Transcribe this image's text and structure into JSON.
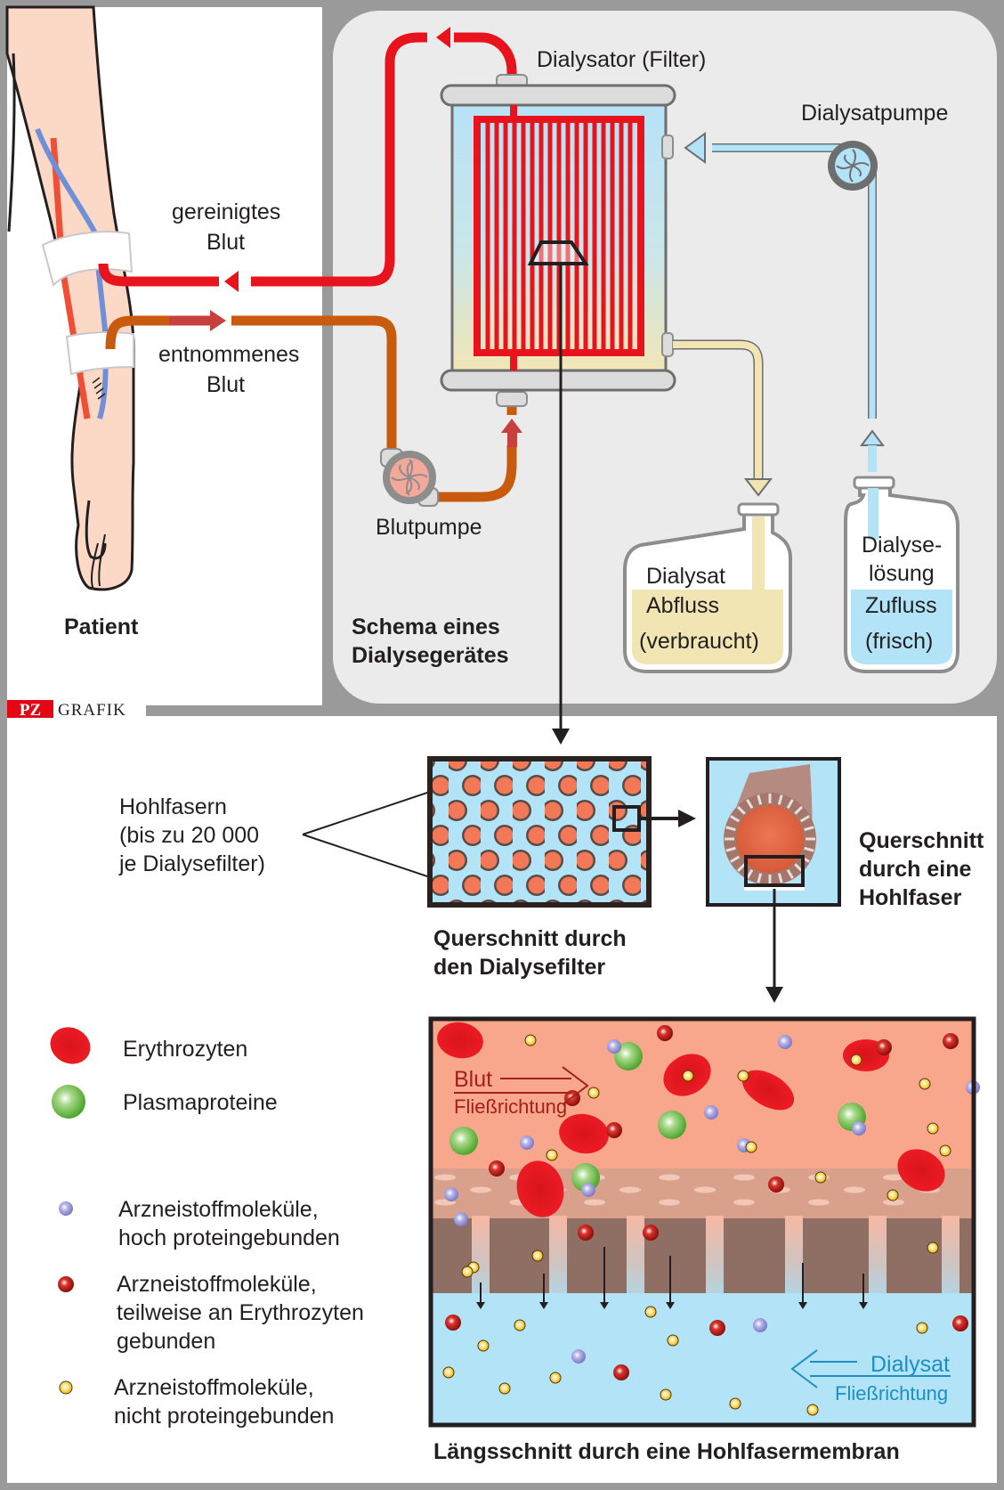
{
  "patient_panel": {
    "title": "Patient",
    "label_clean_blood": [
      "gereinigtes",
      "Blut"
    ],
    "label_drawn_blood": [
      "entnommenes",
      "Blut"
    ]
  },
  "branding": {
    "pz": "PZ",
    "grafik": "GRAFIK",
    "accent_color": "#e30613"
  },
  "machine_panel": {
    "title": [
      "Schema eines",
      "Dialysegerätes"
    ],
    "dialyzer_label": "Dialysator (Filter)",
    "dialysate_pump_label": "Dialysatpumpe",
    "blood_pump_label": "Blutpumpe",
    "waste_bottle": [
      "Dialysat",
      "Abfluss",
      "(verbraucht)"
    ],
    "fresh_bottle": [
      "Dialyse-",
      "lösung",
      "Zufluss",
      "(frisch)"
    ]
  },
  "cross_sections": {
    "hollow_fibers_label": [
      "Hohlfasern",
      "(bis zu 20 000",
      "je Dialysefilter)"
    ],
    "filter_cross_section_caption": [
      "Querschnitt durch",
      "den Dialysefilter"
    ],
    "fiber_cross_section_caption": [
      "Querschnitt",
      "durch eine",
      "Hohlfaser"
    ]
  },
  "legend": {
    "items": [
      {
        "label": [
          "Erythrozyten"
        ],
        "symbol": "erythrocyte",
        "color": "#e30613"
      },
      {
        "label": [
          "Plasmaproteine"
        ],
        "symbol": "plasma-protein",
        "color": "#5fb33a"
      },
      {
        "label": [
          "Arzneistoffmoleküle,",
          "hoch proteingebunden"
        ],
        "symbol": "drug-protein-bound",
        "color": "#9b98d6"
      },
      {
        "label": [
          "Arzneistoffmoleküle,",
          "teilweise an Erythrozyten",
          "gebunden"
        ],
        "symbol": "drug-erythrocyte-bound",
        "color": "#b3140f"
      },
      {
        "label": [
          "Arzneistoffmoleküle,",
          "nicht proteingebunden"
        ],
        "symbol": "drug-unbound",
        "color": "#f5c400"
      }
    ]
  },
  "membrane": {
    "blood_label": "Blut",
    "blood_flow_label": "Fließrichtung",
    "dialysate_label": "Dialysat",
    "dialysate_flow_label": "Fließrichtung",
    "caption": "Längsschnitt durch eine Hohlfasermembran",
    "colors": {
      "blood": "#f9a78c",
      "membrane_outer": "#d9a08c",
      "membrane_inner": "#8f6e63",
      "dialysate": "#b3e3f7",
      "blood_text": "#a3201b",
      "dialysate_text": "#1b8fc4"
    }
  }
}
